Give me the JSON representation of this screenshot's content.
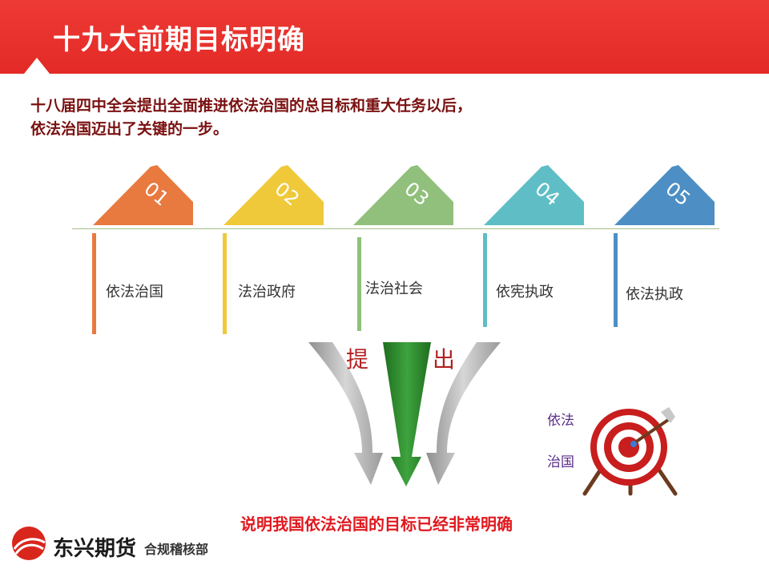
{
  "header": {
    "title": "十九大前期目标明确",
    "color": "#e32a26"
  },
  "intro": {
    "line1": "十八届四中全会提出全面推进依法治国的总目标和重大任务以后，",
    "line2": "依法治国迈出了关键的一步。"
  },
  "steps": [
    {
      "number": "01",
      "label": "依法治国",
      "color": "#e8793f"
    },
    {
      "number": "02",
      "label": "法治政府",
      "color": "#f0c93a"
    },
    {
      "number": "03",
      "label": "法治社会",
      "color": "#90c07b"
    },
    {
      "number": "04",
      "label": "依宪执政",
      "color": "#5fbec5"
    },
    {
      "number": "05",
      "label": "依法执政",
      "color": "#4d8fc4"
    }
  ],
  "arrows": {
    "left_word": "提",
    "right_word": "出",
    "center_color": "#2e8b2e"
  },
  "target": {
    "word1": "依法",
    "word2": "治国"
  },
  "conclusion": "说明我国依法治国的目标已经非常明确",
  "logo": {
    "name": "东兴期货",
    "sub": "合规稽核部"
  }
}
